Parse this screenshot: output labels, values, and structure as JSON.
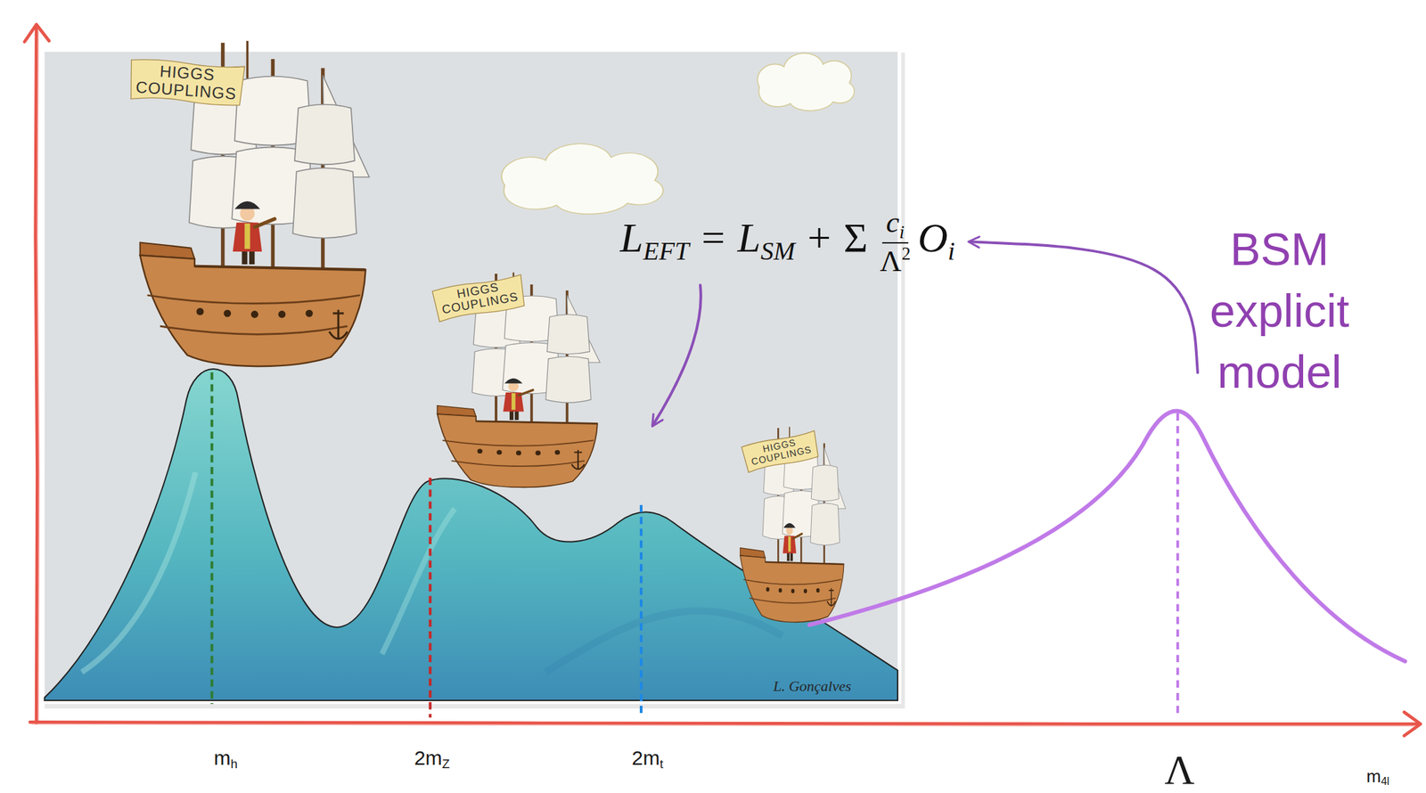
{
  "diagram": {
    "nodes": [
      {
        "text": [
          "HIGGS COUPLINGS"
        ]
      },
      {
        "text": [
          "L",
          "EFT",
          "=",
          "L",
          "SM",
          "+",
          "Σ",
          "c",
          "i",
          "Λ",
          "2",
          "O",
          "i"
        ]
      },
      {
        "text": [
          "BSM explicit model"
        ]
      },
      {
        "text": [
          "HIGGS COUPLINGS"
        ]
      },
      {
        "text": [
          "HIGGS COUPLINGS"
        ]
      }
    ],
    "edges": [
      {
        "from": 2,
        "to": 1,
        "arrow": "to"
      }
    ],
    "labels": [
      "L. Gonçalves",
      "m",
      "h",
      "2m",
      "Z",
      "2m",
      "t",
      "Λ",
      "m",
      "4l"
    ]
  }
}
